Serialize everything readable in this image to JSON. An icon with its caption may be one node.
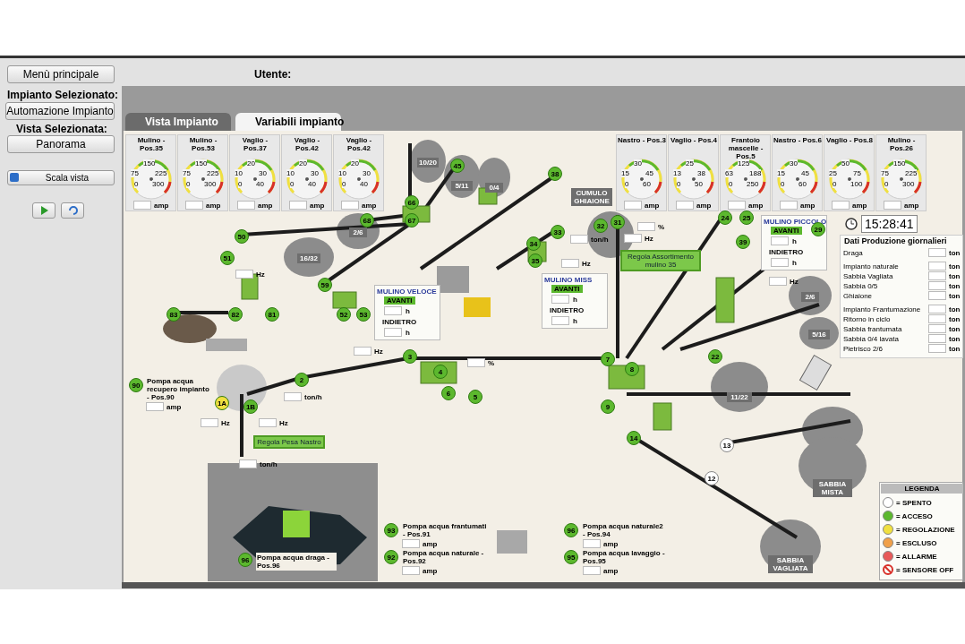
{
  "diagram": {
    "nodes": [
      {
        "text": [
          "Mulino - Pos.35",
          "0",
          "75",
          "150",
          "225",
          "300",
          "amp"
        ]
      },
      {
        "text": [
          "Mulino - Pos.53",
          "0",
          "75",
          "150",
          "225",
          "300",
          "amp"
        ]
      },
      {
        "text": [
          "Vaglio - Pos.37",
          "0",
          "10",
          "20",
          "30",
          "40",
          "amp"
        ]
      },
      {
        "text": [
          "Vaglio - Pos.42",
          "0",
          "10",
          "20",
          "30",
          "40",
          "amp"
        ]
      },
      {
        "text": [
          "Vaglio - Pos.42",
          "0",
          "10",
          "20",
          "30",
          "40",
          "amp"
        ]
      },
      {
        "text": [
          "Nastro - Pos.3",
          "0",
          "15",
          "30",
          "45",
          "60",
          "amp"
        ]
      },
      {
        "text": [
          "Vaglio - Pos.4",
          "0",
          "13",
          "25",
          "38",
          "50",
          "amp"
        ]
      },
      {
        "text": [
          "Frantoio mascelle - Pos.5",
          "0",
          "63",
          "125",
          "188",
          "250",
          "amp"
        ]
      },
      {
        "text": [
          "Nastro - Pos.6",
          "0",
          "15",
          "30",
          "45",
          "60",
          "amp"
        ]
      },
      {
        "text": [
          "Vaglio - Pos.8",
          "0",
          "25",
          "50",
          "75",
          "100",
          "amp"
        ]
      },
      {
        "text": [
          "Mulino - Pos.26",
          "0",
          "75",
          "150",
          "225",
          "300",
          "amp"
        ]
      },
      {
        "text": [
          "Dati Produzione giornalieri",
          "Draga",
          "ton",
          "Impianto naturale",
          "ton",
          "Sabbia Vagliata",
          "ton",
          "Sabbia 0/5",
          "ton",
          "Ghiaione",
          "ton",
          "Impianto Frantumazione",
          "ton",
          "Ritorno in ciclo",
          "ton",
          "Sabbia frantumata",
          "ton",
          "Sabbia 0/4 lavata",
          "ton",
          "Pietrisco 2/6",
          "ton"
        ]
      },
      {
        "text": [
          "MULINO VELOCE",
          "AVANTI",
          "h",
          "INDIETRO",
          "h"
        ]
      },
      {
        "text": [
          "MULINO MISS",
          "AVANTI",
          "h",
          "INDIETRO",
          "h"
        ]
      },
      {
        "text": [
          "MULINO PICCOLO",
          "AVANTI",
          "h",
          "INDIETRO",
          "h"
        ]
      }
    ],
    "labels": [
      "Menù principale",
      "Impianto Selezionato:",
      "Automazione Impianto",
      "Vista Selezionata:",
      "Panorama",
      "Scala vista",
      "Utente:",
      "Vista Impianto",
      "Variabili impianto",
      "15:28:41",
      "Regola Assortimento mulino 35",
      "Regola Pesa Nastro",
      "Pompa acqua recupero impianto - Pos.90",
      "amp",
      "Pompa acqua draga - Pos.96",
      "Pompa acqua frantumati - Pos.91",
      "amp",
      "Pompa acqua naturale - Pos.92",
      "amp",
      "Pompa acqua naturale2 - Pos.94",
      "amp",
      "Pompa acqua lavaggio - Pos.95",
      "amp",
      "2/6",
      "10/20",
      "5/11",
      "0/4",
      "16/32",
      "CUMULO GHIAIONE",
      "2/6",
      "5/16",
      "11/22",
      "SABBIA MISTA",
      "SABBIA VAGLIATA",
      "Hz",
      "ton/h",
      "Hz",
      "%",
      "Hz",
      "Hz",
      "Hz",
      "%",
      "ton/h",
      "Hz",
      "Hz",
      "ton/h",
      "67",
      "66",
      "45",
      "68",
      "38",
      "31",
      "32",
      "33",
      "34",
      "35",
      "24",
      "25",
      "39",
      "29",
      "50",
      "51",
      "59",
      "83",
      "82",
      "81",
      "52",
      "53",
      "2",
      "3",
      "4",
      "6",
      "5",
      "1A",
      "1B",
      "7",
      "8",
      "9",
      "22",
      "14",
      "13",
      "12",
      "90",
      "96",
      "93",
      "92",
      "96",
      "95",
      "LEGENDA"
    ],
    "legend": [
      {
        "text": "= SPENTO",
        "color": "#ffffff"
      },
      {
        "text": "= ACCESO",
        "color": "#5cb82e"
      },
      {
        "text": "= REGOLAZIONE",
        "color": "#f0e040"
      },
      {
        "text": "= ESCLUSO",
        "color": "#f0a04a"
      },
      {
        "text": "= ALLARME",
        "color": "#e85a5a"
      },
      {
        "text": "= SENSORE OFF"
      }
    ]
  }
}
